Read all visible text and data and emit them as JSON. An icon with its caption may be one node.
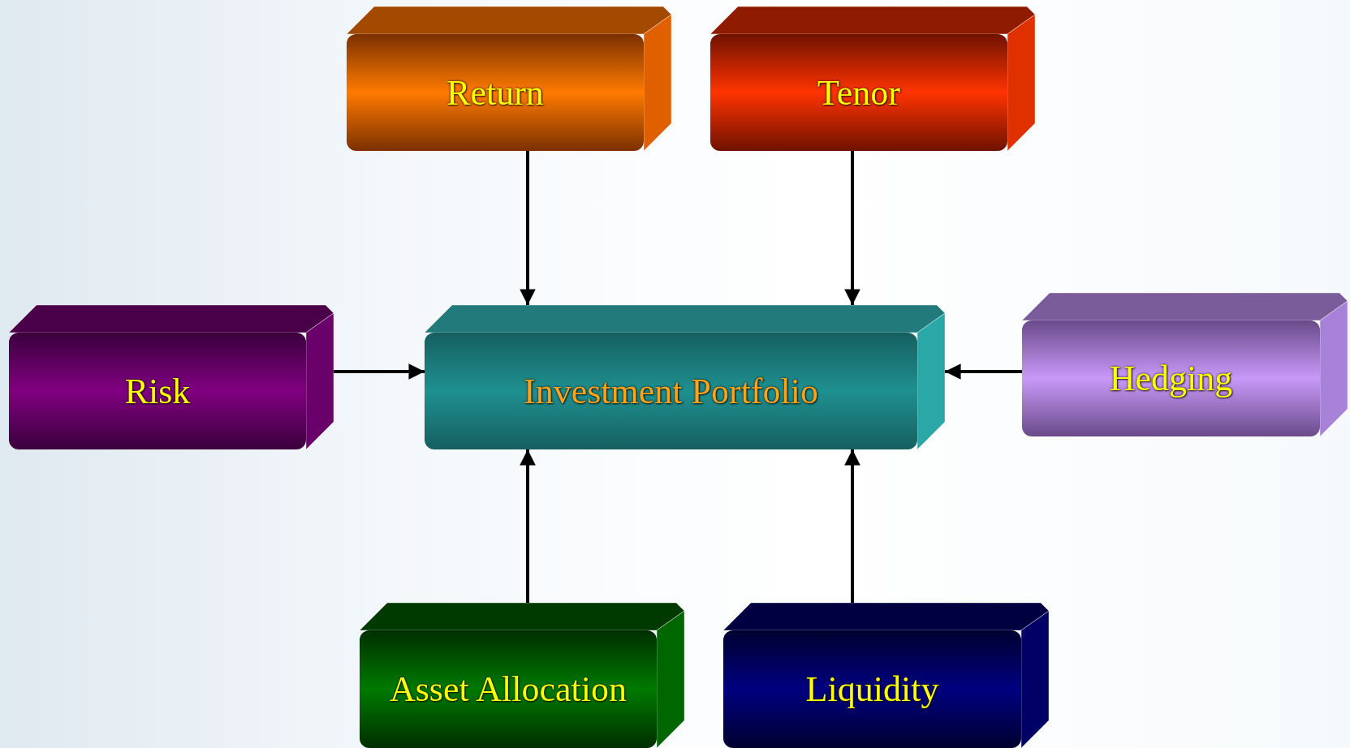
{
  "diagram": {
    "nodes": [
      {
        "text": [
          "Return"
        ]
      },
      {
        "text": [
          "Tenor"
        ]
      },
      {
        "text": [
          "Risk"
        ]
      },
      {
        "text": [
          "Investment Portfolio"
        ]
      },
      {
        "text": [
          "Hedging"
        ]
      },
      {
        "text": [
          "Asset Allocation"
        ]
      },
      {
        "text": [
          "Liquidity"
        ]
      }
    ],
    "edges": [
      {
        "from": 0,
        "to": 3,
        "arrow": "to"
      },
      {
        "from": 1,
        "to": 3,
        "arrow": "to"
      },
      {
        "from": 2,
        "to": 3,
        "arrow": "to"
      },
      {
        "from": 4,
        "to": 3,
        "arrow": "to"
      },
      {
        "from": 5,
        "to": 3,
        "arrow": "to"
      },
      {
        "from": 6,
        "to": 3,
        "arrow": "to"
      }
    ]
  }
}
